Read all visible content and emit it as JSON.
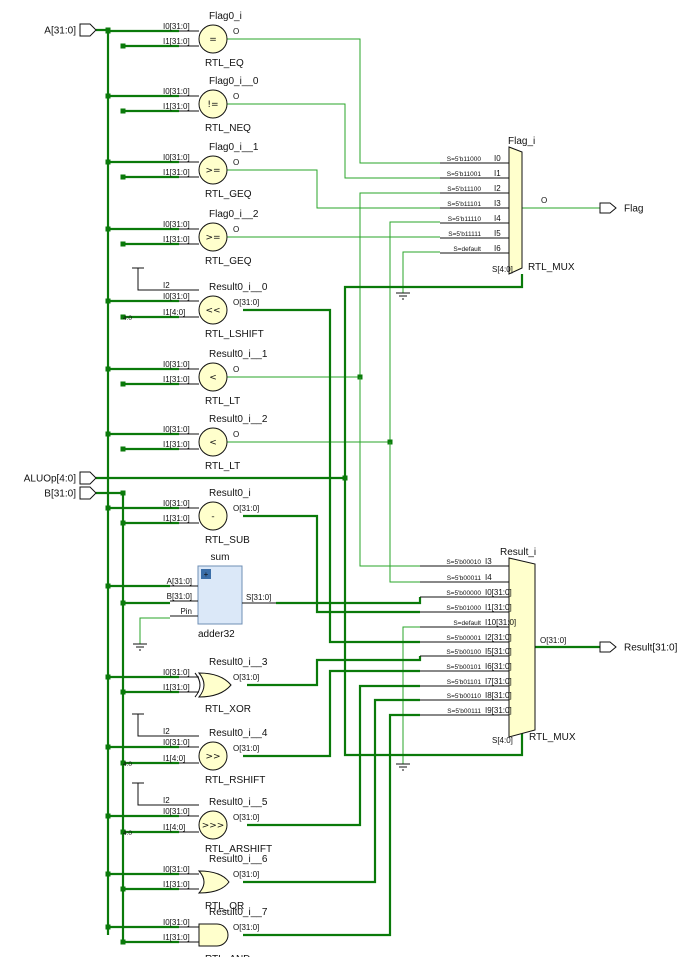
{
  "ports": {
    "a": "A[31:0]",
    "aluop": "ALUOp[4:0]",
    "b": "B[31:0]",
    "flag": "Flag",
    "result": "Result[31:0]"
  },
  "gates": [
    {
      "inst": "Flag0_i",
      "type": "RTL_EQ",
      "symbol": "=",
      "pins": [
        "I0[31:0]",
        "I1[31:0]"
      ],
      "out": "O"
    },
    {
      "inst": "Flag0_i__0",
      "type": "RTL_NEQ",
      "symbol": "!=",
      "pins": [
        "I0[31:0]",
        "I1[31:0]"
      ],
      "out": "O"
    },
    {
      "inst": "Flag0_i__1",
      "type": "RTL_GEQ",
      "symbol": ">=",
      "pins": [
        "I0[31:0]",
        "I1[31:0]"
      ],
      "out": "O"
    },
    {
      "inst": "Flag0_i__2",
      "type": "RTL_GEQ",
      "symbol": ">=",
      "pins": [
        "I0[31:0]",
        "I1[31:0]"
      ],
      "out": "O"
    },
    {
      "inst": "Result0_i__0",
      "type": "RTL_LSHIFT",
      "symbol": "<<",
      "pins": [
        "I2",
        "I0[31:0]",
        "I1[4:0]"
      ],
      "out": "O[31:0]",
      "slice": "4:0"
    },
    {
      "inst": "Result0_i__1",
      "type": "RTL_LT",
      "symbol": "<",
      "pins": [
        "I0[31:0]",
        "I1[31:0]"
      ],
      "out": "O"
    },
    {
      "inst": "Result0_i__2",
      "type": "RTL_LT",
      "symbol": "<",
      "pins": [
        "I0[31:0]",
        "I1[31:0]"
      ],
      "out": "O"
    },
    {
      "inst": "Result0_i",
      "type": "RTL_SUB",
      "symbol": "-",
      "pins": [
        "I0[31:0]",
        "I1[31:0]"
      ],
      "out": "O[31:0]"
    },
    {
      "inst": "Result0_i__3",
      "type": "RTL_XOR",
      "symbol": "",
      "pins": [
        "I0[31:0]",
        "I1[31:0]"
      ],
      "out": "O[31:0]"
    },
    {
      "inst": "Result0_i__4",
      "type": "RTL_RSHIFT",
      "symbol": ">>",
      "pins": [
        "I2",
        "I0[31:0]",
        "I1[4:0]"
      ],
      "out": "O[31:0]",
      "slice": "4:0"
    },
    {
      "inst": "Result0_i__5",
      "type": "RTL_ARSHIFT",
      "symbol": ">>>",
      "pins": [
        "I2",
        "I0[31:0]",
        "I1[4:0]"
      ],
      "out": "O[31:0]",
      "slice": "4:0"
    },
    {
      "inst": "Result0_i__6",
      "type": "RTL_OR",
      "symbol": "",
      "pins": [
        "I0[31:0]",
        "I1[31:0]"
      ],
      "out": "O[31:0]"
    },
    {
      "inst": "Result0_i__7",
      "type": "RTL_AND",
      "symbol": "",
      "pins": [
        "I0[31:0]",
        "I1[31:0]"
      ],
      "out": "O[31:0]"
    }
  ],
  "adder": {
    "inst": "sum",
    "type": "adder32",
    "pins": [
      "A[31:0]",
      "B[31:0]",
      "Pin"
    ],
    "out": "S[31:0]"
  },
  "flag_mux": {
    "inst": "Flag_i",
    "type": "RTL_MUX",
    "out": "O",
    "sel": "S[4:0]",
    "inputs": [
      {
        "cond": "S=5'b11000",
        "pin": "I0"
      },
      {
        "cond": "S=5'b11001",
        "pin": "I1"
      },
      {
        "cond": "S=5'b11100",
        "pin": "I2"
      },
      {
        "cond": "S=5'b11101",
        "pin": "I3"
      },
      {
        "cond": "S=5'b11110",
        "pin": "I4"
      },
      {
        "cond": "S=5'b11111",
        "pin": "I5"
      },
      {
        "cond": "S=default",
        "pin": "I6"
      }
    ]
  },
  "result_mux": {
    "inst": "Result_i",
    "type": "RTL_MUX",
    "out": "O[31:0]",
    "sel": "S[4:0]",
    "inputs": [
      {
        "cond": "S=5'b00010",
        "pin": "I3"
      },
      {
        "cond": "S=5'b00011",
        "pin": "I4"
      },
      {
        "cond": "S=5'b00000",
        "pin": "I0[31:0]"
      },
      {
        "cond": "S=5'b01000",
        "pin": "I1[31:0]"
      },
      {
        "cond": "S=default",
        "pin": "I10[31:0]"
      },
      {
        "cond": "S=5'b00001",
        "pin": "I2[31:0]"
      },
      {
        "cond": "S=5'b00100",
        "pin": "I5[31:0]"
      },
      {
        "cond": "S=5'b00101",
        "pin": "I6[31:0]"
      },
      {
        "cond": "S=5'b01101",
        "pin": "I7[31:0]"
      },
      {
        "cond": "S=5'b00110",
        "pin": "I8[31:0]"
      },
      {
        "cond": "S=5'b00111",
        "pin": "I9[31:0]"
      }
    ]
  }
}
